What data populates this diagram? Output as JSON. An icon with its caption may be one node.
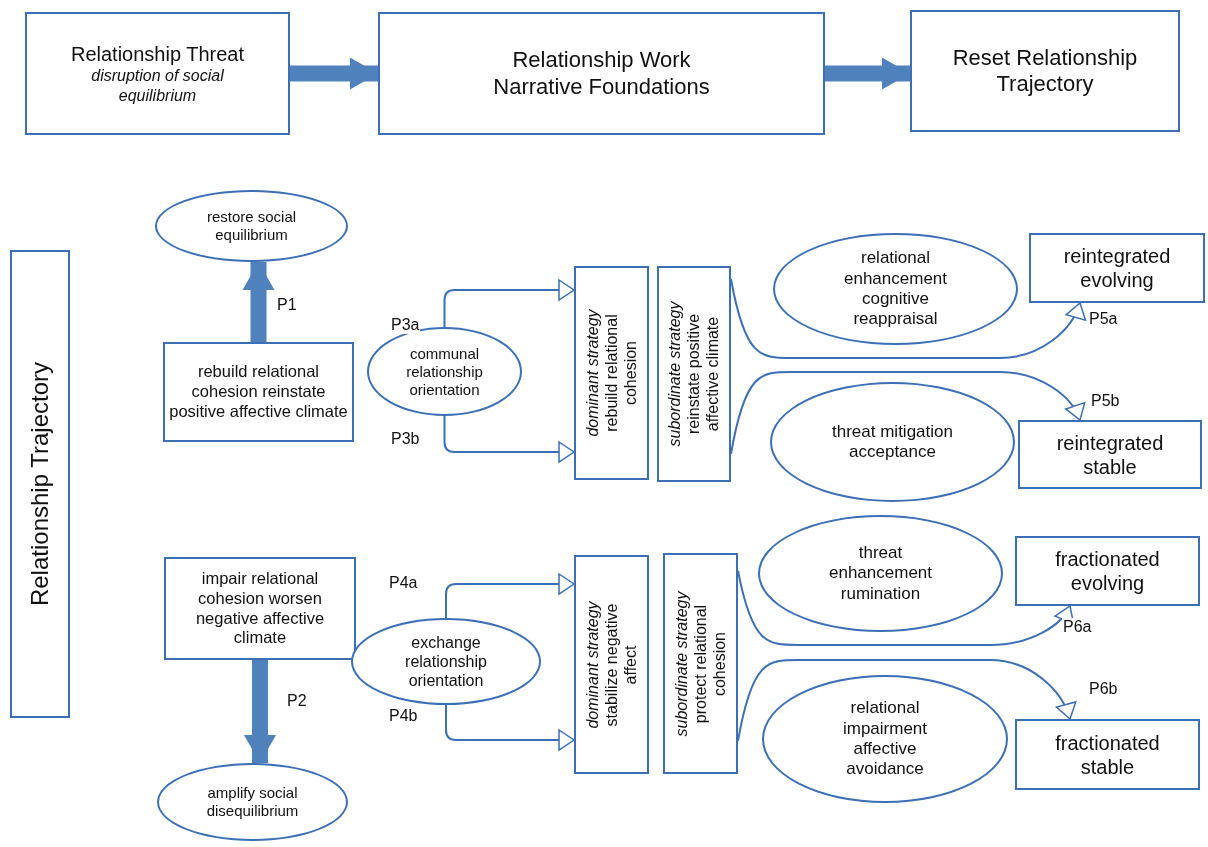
{
  "diagram": {
    "nodes": [
      {
        "text": [
          "Relationship Threat",
          "disruption of social equilibrium"
        ]
      },
      {
        "text": [
          "Relationship Work Narrative Foundations"
        ]
      },
      {
        "text": [
          "Reset Relationship Trajectory"
        ]
      },
      {
        "text": [
          "Relationship Trajectory"
        ]
      },
      {
        "text": [
          "restore social equilibrium"
        ]
      },
      {
        "text": [
          "rebuild relational cohesion reinstate positive affective climate"
        ]
      },
      {
        "text": [
          "communal relationship orientation"
        ]
      },
      {
        "text": [
          "dominant strategy",
          "rebuild relational cohesion"
        ]
      },
      {
        "text": [
          "subordinate strategy",
          "reinstate positive affective climate"
        ]
      },
      {
        "text": [
          "relational enhancement cognitive reappraisal"
        ]
      },
      {
        "text": [
          "reintegrated evolving"
        ]
      },
      {
        "text": [
          "threat mitigation acceptance"
        ]
      },
      {
        "text": [
          "reintegrated stable"
        ]
      },
      {
        "text": [
          "impair relational cohesion worsen negative affective climate"
        ]
      },
      {
        "text": [
          "exchange relationship orientation"
        ]
      },
      {
        "text": [
          "dominant strategy",
          "stabilize negative affect"
        ]
      },
      {
        "text": [
          "subordinate strategy",
          "protect relational cohesion"
        ]
      },
      {
        "text": [
          "threat enhancement rumination"
        ]
      },
      {
        "text": [
          "fractionated evolving"
        ]
      },
      {
        "text": [
          "relational impairment affective avoidance"
        ]
      },
      {
        "text": [
          "fractionated stable"
        ]
      },
      {
        "text": [
          "amplify social disequilibrium"
        ]
      }
    ],
    "edges": [
      {
        "from": 0,
        "to": 1,
        "arrow": "to",
        "style": "thick"
      },
      {
        "from": 1,
        "to": 2,
        "arrow": "to",
        "style": "thick"
      },
      {
        "from": 5,
        "to": 4,
        "arrow": "to",
        "style": "thick",
        "label": "P1"
      },
      {
        "from": 6,
        "to": 7,
        "arrow": "to",
        "label": "P3a"
      },
      {
        "from": 6,
        "to": 7,
        "arrow": "to",
        "label": "P3b"
      },
      {
        "from": 8,
        "to": 10,
        "arrow": "to",
        "label": "P5a"
      },
      {
        "from": 8,
        "to": 12,
        "arrow": "to",
        "label": "P5b"
      },
      {
        "from": 13,
        "to": 21,
        "arrow": "to",
        "style": "thick",
        "label": "P2"
      },
      {
        "from": 14,
        "to": 15,
        "arrow": "to",
        "label": "P4a"
      },
      {
        "from": 14,
        "to": 15,
        "arrow": "to",
        "label": "P4b"
      },
      {
        "from": 16,
        "to": 18,
        "arrow": "to",
        "label": "P6a"
      },
      {
        "from": 16,
        "to": 20,
        "arrow": "to",
        "label": "P6b"
      }
    ]
  }
}
